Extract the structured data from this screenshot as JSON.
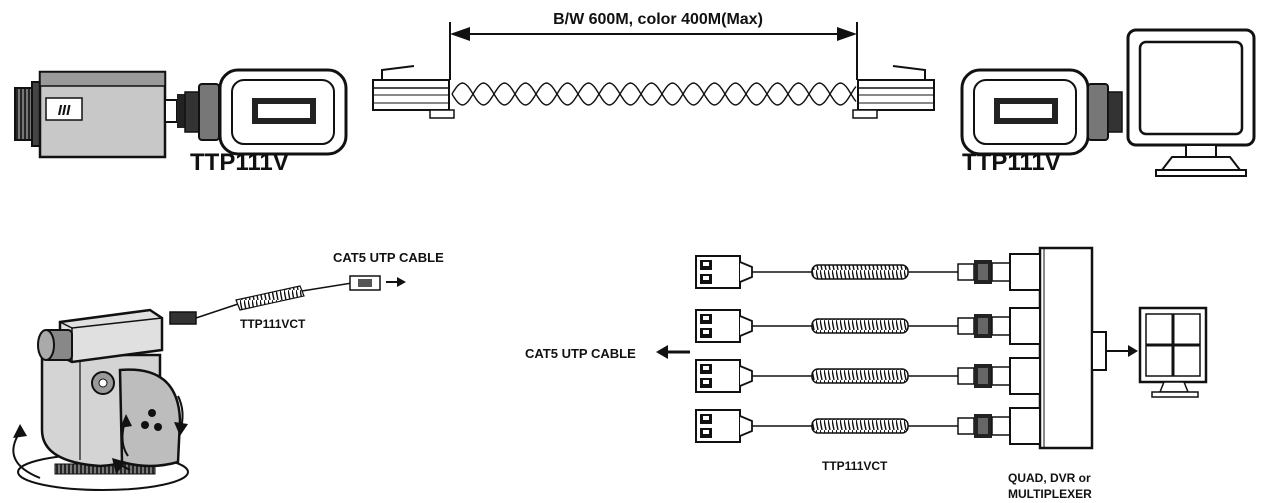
{
  "top": {
    "distance_label": "B/W 600M, color 400M(Max)",
    "left_model": "TTP111V",
    "right_model": "TTP111V"
  },
  "bottom_left": {
    "cable_label": "CAT5 UTP CABLE",
    "model": "TTP111VCT",
    "camera_mark": "III"
  },
  "bottom_right": {
    "cable_label": "CAT5 UTP CABLE",
    "model": "TTP111VCT",
    "device_label_line1": "QUAD, DVR or",
    "device_label_line2": "MULTIPLEXER"
  }
}
